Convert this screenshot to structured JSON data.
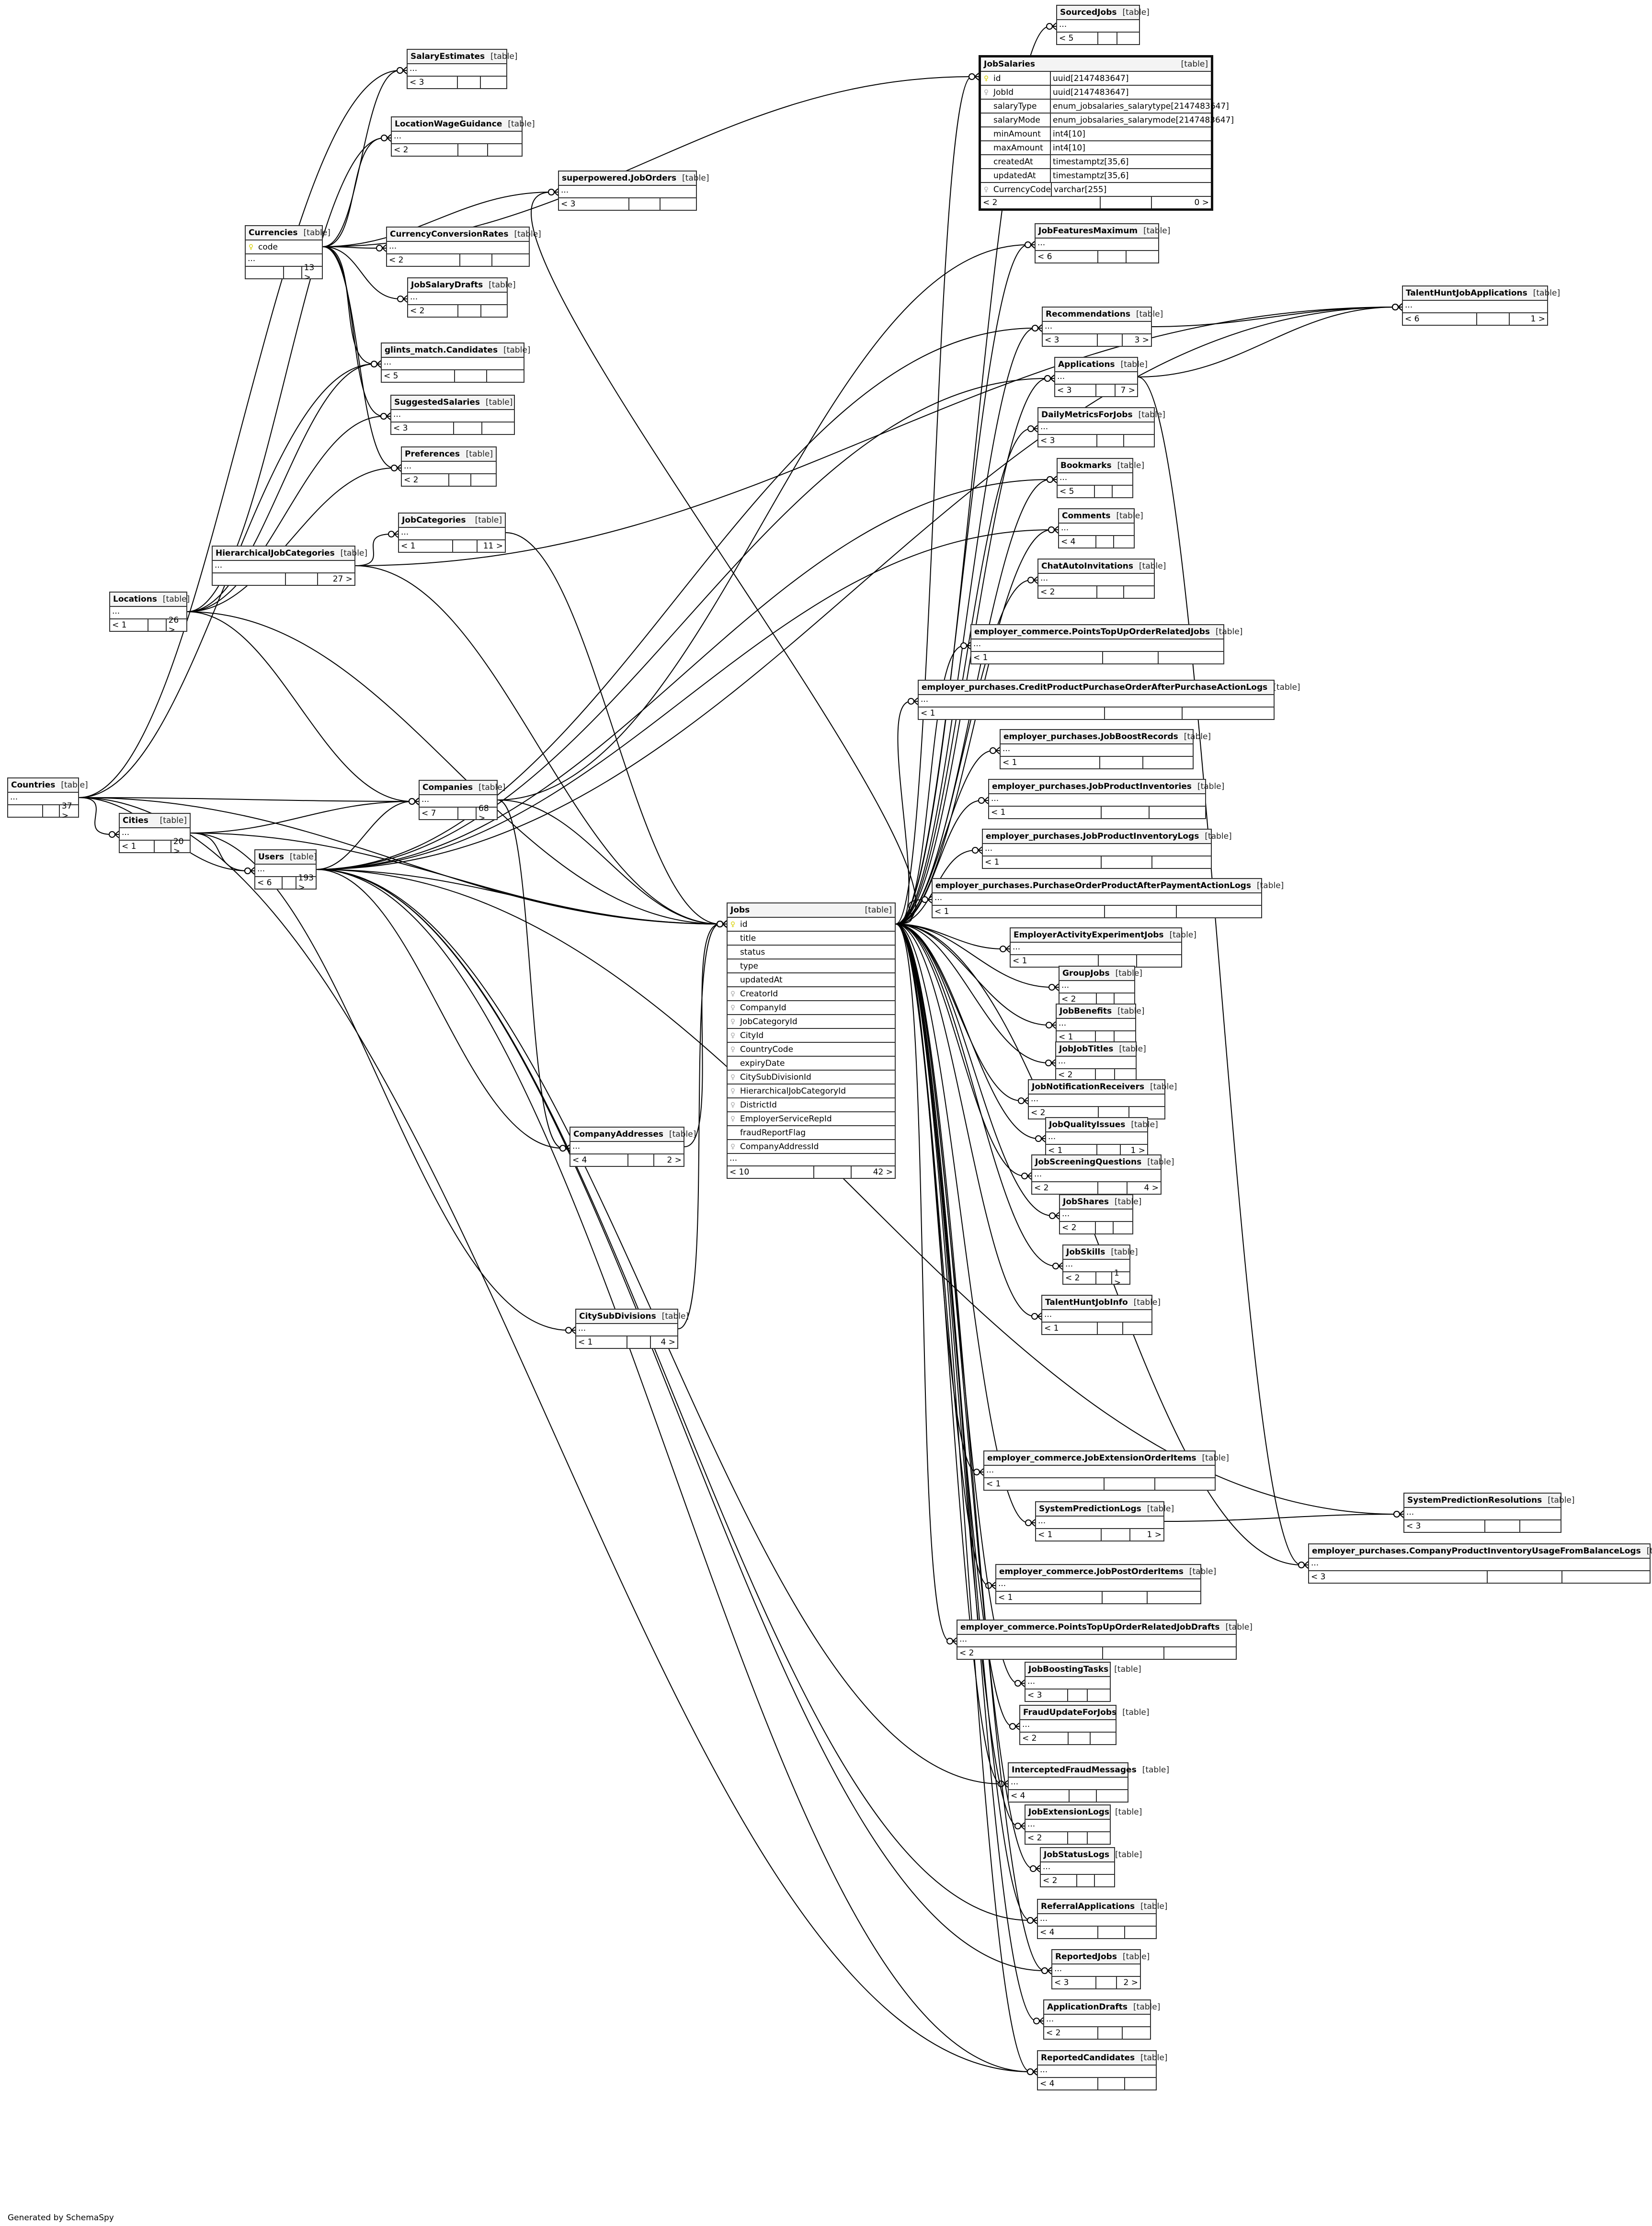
{
  "footer": "Generated by SchemaSpy",
  "table_kind": "[table]",
  "ellipsis": "...",
  "tables": [
    {
      "id": "SourcedJobs",
      "name": "SourcedJobs",
      "left": "< 5",
      "right": ""
    },
    {
      "id": "SalaryEstimates",
      "name": "SalaryEstimates",
      "left": "< 3",
      "right": ""
    },
    {
      "id": "LocationWageGuidance",
      "name": "LocationWageGuidance",
      "left": "< 2",
      "right": ""
    },
    {
      "id": "superpowered.JobOrders",
      "name": "superpowered.JobOrders",
      "left": "< 3",
      "right": ""
    },
    {
      "id": "Currencies",
      "name": "Currencies",
      "left": "",
      "right": "13 >",
      "columns": [
        {
          "name": "code",
          "key": "pk"
        }
      ]
    },
    {
      "id": "CurrencyConversionRates",
      "name": "CurrencyConversionRates",
      "left": "< 2",
      "right": ""
    },
    {
      "id": "JobSalaryDrafts",
      "name": "JobSalaryDrafts",
      "left": "< 2",
      "right": ""
    },
    {
      "id": "glints_match.Candidates",
      "name": "glints_match.Candidates",
      "left": "< 5",
      "right": ""
    },
    {
      "id": "SuggestedSalaries",
      "name": "SuggestedSalaries",
      "left": "< 3",
      "right": ""
    },
    {
      "id": "Preferences",
      "name": "Preferences",
      "left": "< 2",
      "right": ""
    },
    {
      "id": "JobCategories",
      "name": "JobCategories",
      "left": "< 1",
      "right": "11 >"
    },
    {
      "id": "HierarchicalJobCategories",
      "name": "HierarchicalJobCategories",
      "left": "",
      "right": "27 >"
    },
    {
      "id": "Locations",
      "name": "Locations",
      "left": "< 1",
      "right": "26 >"
    },
    {
      "id": "Countries",
      "name": "Countries",
      "left": "",
      "right": "37 >"
    },
    {
      "id": "Cities",
      "name": "Cities",
      "left": "< 1",
      "right": "20 >"
    },
    {
      "id": "Users",
      "name": "Users",
      "left": "< 6",
      "right": "193 >"
    },
    {
      "id": "Companies",
      "name": "Companies",
      "left": "< 7",
      "right": "68 >"
    },
    {
      "id": "CompanyAddresses",
      "name": "CompanyAddresses",
      "left": "< 4",
      "right": "2 >"
    },
    {
      "id": "CitySubDivisions",
      "name": "CitySubDivisions",
      "left": "< 1",
      "right": "4 >"
    },
    {
      "id": "Jobs",
      "name": "Jobs",
      "left": "< 10",
      "right": "42 >",
      "columns": [
        {
          "name": "id",
          "key": "pk"
        },
        {
          "name": "title",
          "key": ""
        },
        {
          "name": "status",
          "key": ""
        },
        {
          "name": "type",
          "key": ""
        },
        {
          "name": "updatedAt",
          "key": ""
        },
        {
          "name": "CreatorId",
          "key": "fk"
        },
        {
          "name": "CompanyId",
          "key": "fk"
        },
        {
          "name": "JobCategoryId",
          "key": "fk"
        },
        {
          "name": "CityId",
          "key": "fk"
        },
        {
          "name": "CountryCode",
          "key": "fk"
        },
        {
          "name": "expiryDate",
          "key": ""
        },
        {
          "name": "CitySubDivisionId",
          "key": "fk"
        },
        {
          "name": "HierarchicalJobCategoryId",
          "key": "fk"
        },
        {
          "name": "DistrictId",
          "key": "fk"
        },
        {
          "name": "EmployerServiceRepId",
          "key": "fk"
        },
        {
          "name": "fraudReportFlag",
          "key": ""
        },
        {
          "name": "CompanyAddressId",
          "key": "fk"
        }
      ]
    },
    {
      "id": "JobSalaries",
      "name": "JobSalaries",
      "left": "< 2",
      "right": "0 >",
      "focus": true,
      "columns": [
        {
          "name": "id",
          "key": "pk",
          "type": "uuid[2147483647]"
        },
        {
          "name": "JobId",
          "key": "fk",
          "type": "uuid[2147483647]"
        },
        {
          "name": "salaryType",
          "key": "",
          "type": "enum_jobsalaries_salarytype[2147483647]"
        },
        {
          "name": "salaryMode",
          "key": "",
          "type": "enum_jobsalaries_salarymode[2147483647]"
        },
        {
          "name": "minAmount",
          "key": "",
          "type": "int4[10]"
        },
        {
          "name": "maxAmount",
          "key": "",
          "type": "int4[10]"
        },
        {
          "name": "createdAt",
          "key": "",
          "type": "timestamptz[35,6]"
        },
        {
          "name": "updatedAt",
          "key": "",
          "type": "timestamptz[35,6]"
        },
        {
          "name": "CurrencyCode",
          "key": "fk",
          "type": "varchar[255]"
        }
      ]
    },
    {
      "id": "JobFeaturesMaximum",
      "name": "JobFeaturesMaximum",
      "left": "< 6",
      "right": ""
    },
    {
      "id": "TalentHuntJobApplications",
      "name": "TalentHuntJobApplications",
      "left": "< 6",
      "right": "1 >"
    },
    {
      "id": "Recommendations",
      "name": "Recommendations",
      "left": "< 3",
      "right": "3 >"
    },
    {
      "id": "Applications",
      "name": "Applications",
      "left": "< 3",
      "right": "7 >"
    },
    {
      "id": "DailyMetricsForJobs",
      "name": "DailyMetricsForJobs",
      "left": "< 3",
      "right": ""
    },
    {
      "id": "Bookmarks",
      "name": "Bookmarks",
      "left": "< 5",
      "right": ""
    },
    {
      "id": "Comments",
      "name": "Comments",
      "left": "< 4",
      "right": ""
    },
    {
      "id": "ChatAutoInvitations",
      "name": "ChatAutoInvitations",
      "left": "< 2",
      "right": ""
    },
    {
      "id": "employer_commerce.PointsTopUpOrderRelatedJobs",
      "name": "employer_commerce.PointsTopUpOrderRelatedJobs",
      "left": "< 1",
      "right": ""
    },
    {
      "id": "employer_purchases.CreditProductPurchaseOrderAfterPurchaseActionLogs",
      "name": "employer_purchases.CreditProductPurchaseOrderAfterPurchaseActionLogs",
      "left": "< 1",
      "right": ""
    },
    {
      "id": "employer_purchases.JobBoostRecords",
      "name": "employer_purchases.JobBoostRecords",
      "left": "< 1",
      "right": ""
    },
    {
      "id": "employer_purchases.JobProductInventories",
      "name": "employer_purchases.JobProductInventories",
      "left": "< 1",
      "right": ""
    },
    {
      "id": "employer_purchases.JobProductInventoryLogs",
      "name": "employer_purchases.JobProductInventoryLogs",
      "left": "< 1",
      "right": ""
    },
    {
      "id": "employer_purchases.PurchaseOrderProductAfterPaymentActionLogs",
      "name": "employer_purchases.PurchaseOrderProductAfterPaymentActionLogs",
      "left": "< 1",
      "right": ""
    },
    {
      "id": "EmployerActivityExperimentJobs",
      "name": "EmployerActivityExperimentJobs",
      "left": "< 1",
      "right": ""
    },
    {
      "id": "GroupJobs",
      "name": "GroupJobs",
      "left": "< 2",
      "right": ""
    },
    {
      "id": "JobBenefits",
      "name": "JobBenefits",
      "left": "< 1",
      "right": ""
    },
    {
      "id": "JobJobTitles",
      "name": "JobJobTitles",
      "left": "< 2",
      "right": ""
    },
    {
      "id": "JobNotificationReceivers",
      "name": "JobNotificationReceivers",
      "left": "< 2",
      "right": ""
    },
    {
      "id": "JobQualityIssues",
      "name": "JobQualityIssues",
      "left": "< 1",
      "right": "1 >"
    },
    {
      "id": "JobScreeningQuestions",
      "name": "JobScreeningQuestions",
      "left": "< 2",
      "right": "4 >"
    },
    {
      "id": "JobShares",
      "name": "JobShares",
      "left": "< 2",
      "right": ""
    },
    {
      "id": "JobSkills",
      "name": "JobSkills",
      "left": "< 2",
      "right": "1 >"
    },
    {
      "id": "TalentHuntJobInfo",
      "name": "TalentHuntJobInfo",
      "left": "< 1",
      "right": ""
    },
    {
      "id": "employer_commerce.JobExtensionOrderItems",
      "name": "employer_commerce.JobExtensionOrderItems",
      "left": "< 1",
      "right": ""
    },
    {
      "id": "SystemPredictionLogs",
      "name": "SystemPredictionLogs",
      "left": "< 1",
      "right": "1 >"
    },
    {
      "id": "SystemPredictionResolutions",
      "name": "SystemPredictionResolutions",
      "left": "< 3",
      "right": ""
    },
    {
      "id": "employer_purchases.CompanyProductInventoryUsageFromBalanceLogs",
      "name": "employer_purchases.CompanyProductInventoryUsageFromBalanceLogs",
      "left": "< 3",
      "right": ""
    },
    {
      "id": "employer_commerce.JobPostOrderItems",
      "name": "employer_commerce.JobPostOrderItems",
      "left": "< 1",
      "right": ""
    },
    {
      "id": "employer_commerce.PointsTopUpOrderRelatedJobDrafts",
      "name": "employer_commerce.PointsTopUpOrderRelatedJobDrafts",
      "left": "< 2",
      "right": ""
    },
    {
      "id": "JobBoostingTasks",
      "name": "JobBoostingTasks",
      "left": "< 3",
      "right": ""
    },
    {
      "id": "FraudUpdateForJobs",
      "name": "FraudUpdateForJobs",
      "left": "< 2",
      "right": ""
    },
    {
      "id": "InterceptedFraudMessages",
      "name": "InterceptedFraudMessages",
      "left": "< 4",
      "right": ""
    },
    {
      "id": "JobExtensionLogs",
      "name": "JobExtensionLogs",
      "left": "< 2",
      "right": ""
    },
    {
      "id": "JobStatusLogs",
      "name": "JobStatusLogs",
      "left": "< 2",
      "right": ""
    },
    {
      "id": "ReferralApplications",
      "name": "ReferralApplications",
      "left": "< 4",
      "right": ""
    },
    {
      "id": "ReportedJobs",
      "name": "ReportedJobs",
      "left": "< 3",
      "right": "2 >"
    },
    {
      "id": "ApplicationDrafts",
      "name": "ApplicationDrafts",
      "left": "< 2",
      "right": ""
    },
    {
      "id": "ReportedCandidates",
      "name": "ReportedCandidates",
      "left": "< 4",
      "right": ""
    }
  ],
  "relationships": [
    [
      "Jobs",
      "SourcedJobs"
    ],
    [
      "Jobs",
      "JobSalaries"
    ],
    [
      "Currencies",
      "JobSalaries"
    ],
    [
      "Currencies",
      "SalaryEstimates"
    ],
    [
      "Countries",
      "SalaryEstimates"
    ],
    [
      "Currencies",
      "LocationWageGuidance"
    ],
    [
      "Locations",
      "LocationWageGuidance"
    ],
    [
      "Currencies",
      "superpowered.JobOrders"
    ],
    [
      "Jobs",
      "superpowered.JobOrders"
    ],
    [
      "Currencies",
      "CurrencyConversionRates"
    ],
    [
      "Currencies",
      "JobSalaryDrafts"
    ],
    [
      "Currencies",
      "glints_match.Candidates"
    ],
    [
      "Countries",
      "glints_match.Candidates"
    ],
    [
      "Locations",
      "glints_match.Candidates"
    ],
    [
      "Currencies",
      "SuggestedSalaries"
    ],
    [
      "Locations",
      "SuggestedSalaries"
    ],
    [
      "Currencies",
      "Preferences"
    ],
    [
      "Locations",
      "Preferences"
    ],
    [
      "HierarchicalJobCategories",
      "JobCategories"
    ],
    [
      "Countries",
      "Cities"
    ],
    [
      "Countries",
      "Users"
    ],
    [
      "Cities",
      "Users"
    ],
    [
      "Countries",
      "Companies"
    ],
    [
      "Cities",
      "Companies"
    ],
    [
      "Locations",
      "Companies"
    ],
    [
      "Users",
      "Companies"
    ],
    [
      "Companies",
      "CompanyAddresses"
    ],
    [
      "Users",
      "CompanyAddresses"
    ],
    [
      "Cities",
      "CitySubDivisions"
    ],
    [
      "Users",
      "Jobs"
    ],
    [
      "Companies",
      "Jobs"
    ],
    [
      "JobCategories",
      "Jobs"
    ],
    [
      "Cities",
      "Jobs"
    ],
    [
      "Countries",
      "Jobs"
    ],
    [
      "CitySubDivisions",
      "Jobs"
    ],
    [
      "HierarchicalJobCategories",
      "Jobs"
    ],
    [
      "Locations",
      "Jobs"
    ],
    [
      "CompanyAddresses",
      "Jobs"
    ],
    [
      "Jobs",
      "JobFeaturesMaximum"
    ],
    [
      "Companies",
      "JobFeaturesMaximum"
    ],
    [
      "Jobs",
      "Recommendations"
    ],
    [
      "Users",
      "Recommendations"
    ],
    [
      "Jobs",
      "Applications"
    ],
    [
      "Users",
      "Applications"
    ],
    [
      "Jobs",
      "DailyMetricsForJobs"
    ],
    [
      "Jobs",
      "Bookmarks"
    ],
    [
      "Users",
      "Bookmarks"
    ],
    [
      "Jobs",
      "Comments"
    ],
    [
      "Users",
      "Comments"
    ],
    [
      "Jobs",
      "ChatAutoInvitations"
    ],
    [
      "Recommendations",
      "TalentHuntJobApplications"
    ],
    [
      "Applications",
      "TalentHuntJobApplications"
    ],
    [
      "Users",
      "TalentHuntJobApplications"
    ],
    [
      "HierarchicalJobCategories",
      "TalentHuntJobApplications"
    ],
    [
      "Jobs",
      "employer_commerce.PointsTopUpOrderRelatedJobs"
    ],
    [
      "Jobs",
      "employer_purchases.CreditProductPurchaseOrderAfterPurchaseActionLogs"
    ],
    [
      "Jobs",
      "employer_purchases.JobBoostRecords"
    ],
    [
      "Jobs",
      "employer_purchases.JobProductInventories"
    ],
    [
      "Jobs",
      "employer_purchases.JobProductInventoryLogs"
    ],
    [
      "Jobs",
      "employer_purchases.PurchaseOrderProductAfterPaymentActionLogs"
    ],
    [
      "Jobs",
      "EmployerActivityExperimentJobs"
    ],
    [
      "Jobs",
      "GroupJobs"
    ],
    [
      "Jobs",
      "JobBenefits"
    ],
    [
      "Jobs",
      "JobJobTitles"
    ],
    [
      "Jobs",
      "JobNotificationReceivers"
    ],
    [
      "Jobs",
      "JobQualityIssues"
    ],
    [
      "Jobs",
      "JobScreeningQuestions"
    ],
    [
      "Jobs",
      "JobShares"
    ],
    [
      "Jobs",
      "JobSkills"
    ],
    [
      "Jobs",
      "TalentHuntJobInfo"
    ],
    [
      "Jobs",
      "employer_commerce.JobExtensionOrderItems"
    ],
    [
      "Jobs",
      "SystemPredictionLogs"
    ],
    [
      "SystemPredictionLogs",
      "SystemPredictionResolutions"
    ],
    [
      "Users",
      "SystemPredictionResolutions"
    ],
    [
      "Jobs",
      "employer_purchases.CompanyProductInventoryUsageFromBalanceLogs"
    ],
    [
      "Applications",
      "employer_purchases.CompanyProductInventoryUsageFromBalanceLogs"
    ],
    [
      "Jobs",
      "employer_commerce.JobPostOrderItems"
    ],
    [
      "Jobs",
      "employer_commerce.PointsTopUpOrderRelatedJobDrafts"
    ],
    [
      "Jobs",
      "JobBoostingTasks"
    ],
    [
      "Jobs",
      "FraudUpdateForJobs"
    ],
    [
      "Jobs",
      "InterceptedFraudMessages"
    ],
    [
      "Users",
      "InterceptedFraudMessages"
    ],
    [
      "Jobs",
      "JobExtensionLogs"
    ],
    [
      "Jobs",
      "JobStatusLogs"
    ],
    [
      "Jobs",
      "ReferralApplications"
    ],
    [
      "Users",
      "ReferralApplications"
    ],
    [
      "Jobs",
      "ReportedJobs"
    ],
    [
      "Users",
      "ReportedJobs"
    ],
    [
      "Jobs",
      "ApplicationDrafts"
    ],
    [
      "Jobs",
      "ReportedCandidates"
    ],
    [
      "Users",
      "ReportedCandidates"
    ],
    [
      "Countries",
      "ReportedCandidates"
    ]
  ]
}
